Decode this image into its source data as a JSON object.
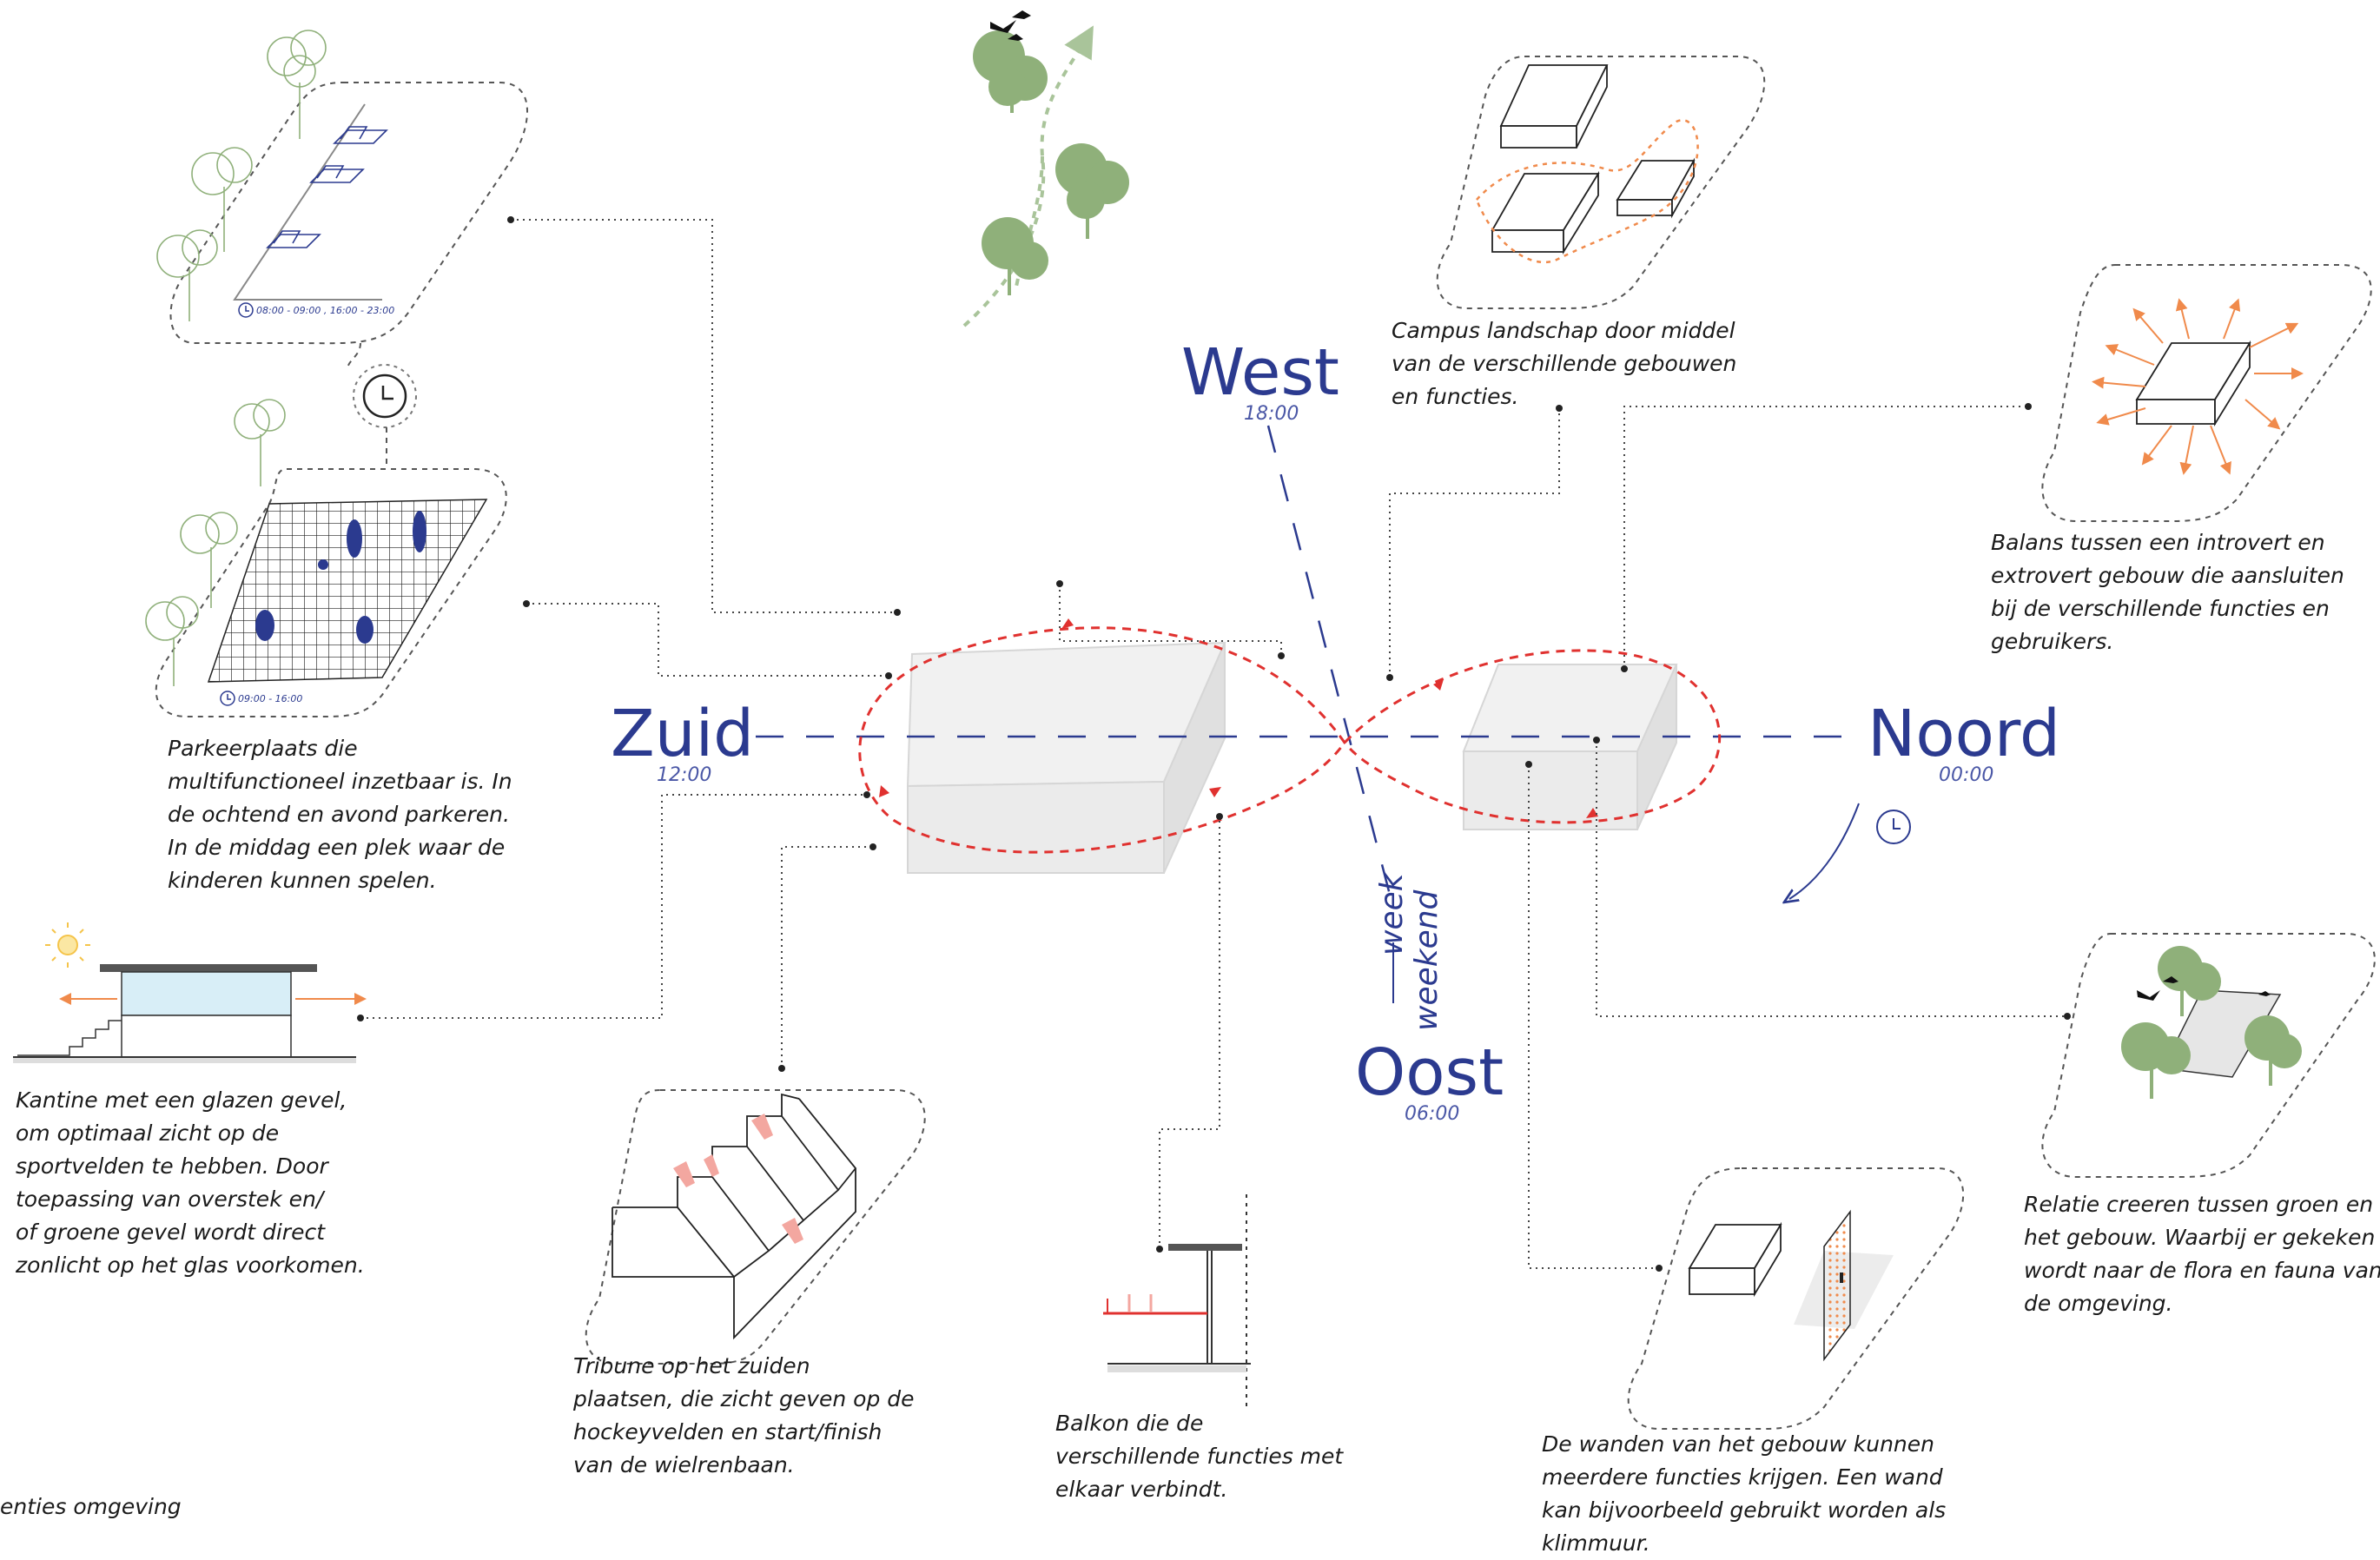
{
  "compass": {
    "west": {
      "label": "West",
      "time": "18:00"
    },
    "zuid": {
      "label": "Zuid",
      "time": "12:00"
    },
    "noord": {
      "label": "Noord",
      "time": "00:00"
    },
    "oost": {
      "label": "Oost",
      "time": "06:00"
    },
    "week_label": "week",
    "weekend_label": "weekend"
  },
  "captions": {
    "parkeerplaats": [
      "Parkeerplaats die",
      "multifunctioneel inzetbaar is. In",
      "de ochtend en avond parkeren.",
      "In de middag een plek waar de",
      "kinderen kunnen spelen."
    ],
    "kantine": [
      "Kantine met een glazen gevel,",
      "om optimaal zicht op de",
      "sportvelden te hebben. Door",
      "toepassing van overstek en/",
      "of groene gevel wordt direct",
      "zonlicht op het glas voorkomen."
    ],
    "tribune": [
      "Tribune op het zuiden",
      "plaatsen, die zicht geven op de",
      "hockeyvelden en start/finish",
      "van de wielrenbaan."
    ],
    "balkon": [
      "Balkon die de",
      "verschillende functies met",
      "elkaar verbindt."
    ],
    "campus": [
      "Campus landschap door middel",
      "van de verschillende gebouwen",
      "en functies."
    ],
    "balans": [
      "Balans tussen een introvert en",
      "extrovert gebouw die aansluiten",
      "bij de verschillende functies en",
      "gebruikers."
    ],
    "relatie": [
      "Relatie creeren tussen groen en",
      "het gebouw. Waarbij er gekeken",
      "wordt naar de flora en fauna van",
      "de omgeving."
    ],
    "wanden": [
      "De wanden van het gebouw kunnen",
      "meerdere functies krijgen.  Een wand",
      "kan bijvoorbeeld gebruikt worden als",
      "klimmuur."
    ]
  },
  "footer_fragment": "enties omgeving",
  "time_labels": {
    "parking_hours": "08:00 - 09:00 , 16:00 - 23:00",
    "play_hours": "09:00 - 16:00"
  },
  "colors": {
    "accent_blue": "#2b3a8f",
    "red_path": "#e0312f",
    "orange": "#f08a4b",
    "tree_green": "#8fb07a",
    "pink": "#f3a7a0"
  }
}
